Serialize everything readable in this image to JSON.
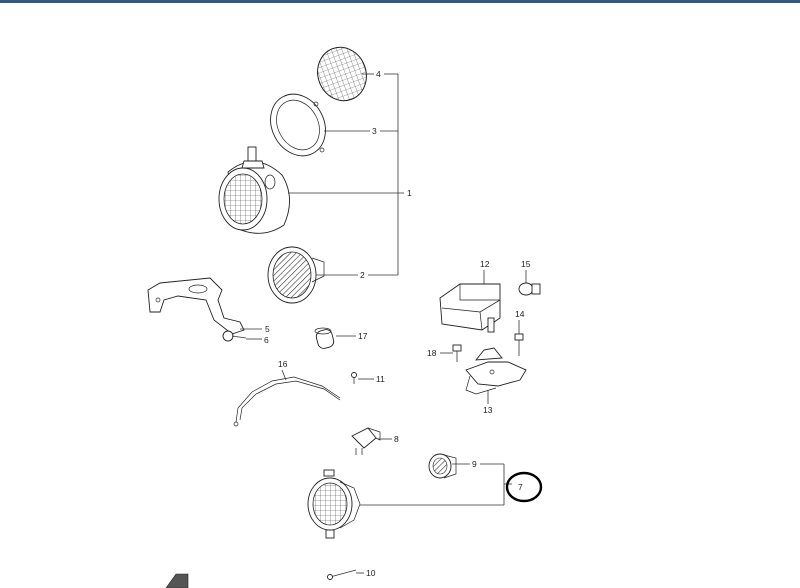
{
  "diagram": {
    "labels": [
      "4",
      "3",
      "1",
      "2",
      "12",
      "15",
      "14",
      "5",
      "6",
      "17",
      "18",
      "13",
      "16",
      "11",
      "8",
      "9",
      "7",
      "10"
    ],
    "highlight_color": "#000000",
    "header_color": "#2f5a8a"
  }
}
